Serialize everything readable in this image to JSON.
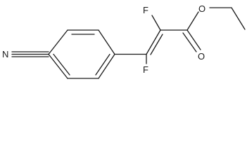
{
  "molecule": {
    "atoms": {
      "nitrile_n": "N",
      "fluorine_upper": "F",
      "fluorine_lower": "F",
      "carbonyl_o": "O",
      "ester_o": "O"
    }
  }
}
